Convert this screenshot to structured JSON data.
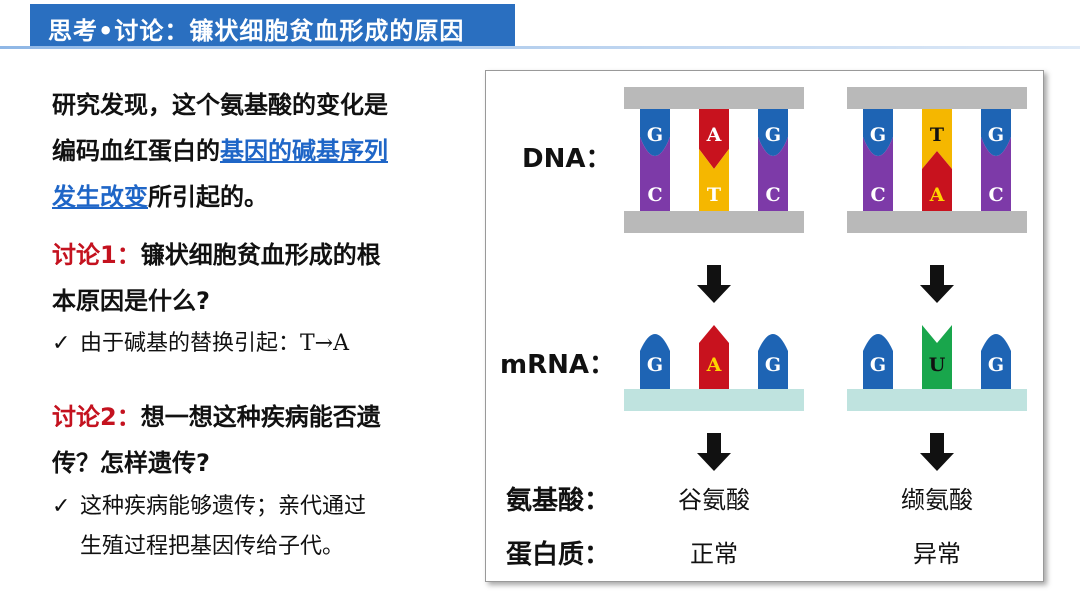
{
  "header": {
    "title": "思考•讨论：镰状细胞贫血形成的原因"
  },
  "intro": {
    "line1": "研究发现，这个氨基酸的变化是",
    "line2_pre": "编码血红蛋白的",
    "line2_link": "基因的碱基序列",
    "line3_link": "发生改变",
    "line3_post": "所引起的。"
  },
  "discussion1": {
    "label": "讨论1：",
    "text_line1": "镰状细胞贫血形成的根",
    "text_line2": "本原因是什么?",
    "answer": "由于碱基的替换引起：T→A"
  },
  "discussion2": {
    "label": "讨论2：",
    "text_line1": "想一想这种疾病能否遗",
    "text_line2": "传？怎样遗传?",
    "answer_line1": "这种疾病能够遗传；亲代通过",
    "answer_line2": "生殖过程把基因传给子代。"
  },
  "check_icon": "✓",
  "figure": {
    "labels": {
      "dna": "DNA：",
      "mrna": "mRNA：",
      "amino_acid": "氨基酸：",
      "protein": "蛋白质："
    },
    "normal": {
      "dna_top": [
        "G",
        "A",
        "G"
      ],
      "dna_bottom": [
        "C",
        "T",
        "C"
      ],
      "mrna": [
        "G",
        "A",
        "G"
      ],
      "amino_acid": "谷氨酸",
      "protein": "正常"
    },
    "mutant": {
      "dna_top": [
        "G",
        "T",
        "G"
      ],
      "dna_bottom": [
        "C",
        "A",
        "C"
      ],
      "mrna": [
        "G",
        "U",
        "G"
      ],
      "amino_acid": "缬氨酸",
      "protein": "异常"
    },
    "colors": {
      "G": "#1e64b4",
      "C": "#7d3aa8",
      "A": "#c8121e",
      "T": "#f5b700",
      "U": "#19a64c",
      "backbone": "#b9b9b9",
      "mrna_base": "#bfe3df",
      "arrow": "#111111"
    }
  }
}
